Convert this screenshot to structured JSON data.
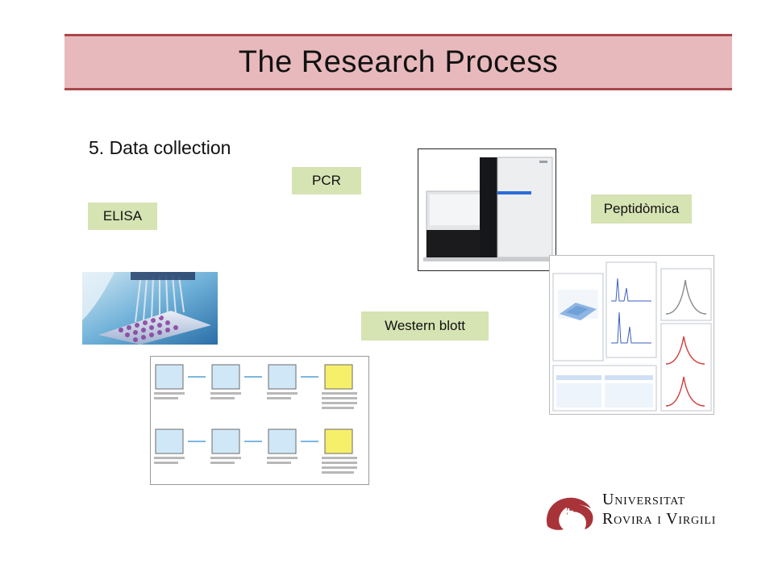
{
  "slide": {
    "title": "The Research Process",
    "subtitle": "5. Data collection"
  },
  "tags": {
    "pcr": "PCR",
    "elisa": "ELISA",
    "peptidomica": "Peptidòmica",
    "western_blott": "Western blott"
  },
  "logo": {
    "line1": "Universitat",
    "line2": "Rovira i Virgili"
  },
  "colors": {
    "title_bar_fill": "#e8b9bc",
    "title_bar_border": "#a8474c",
    "tag_fill": "#d6e3b3",
    "logo_red": "#a8343a"
  }
}
